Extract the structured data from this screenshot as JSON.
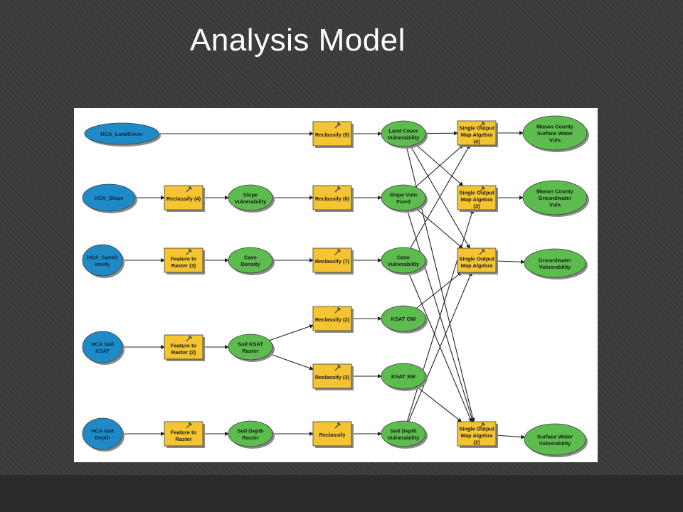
{
  "slide": {
    "title": "Analysis Model"
  },
  "colors": {
    "input": "#1e8bc8",
    "tool": "#f5c431",
    "output": "#5cbc4e",
    "connector": "#222222"
  },
  "icons": {
    "tool": "hammer-icon"
  },
  "model": {
    "nodes": [
      {
        "id": "in_land",
        "type": "input",
        "lines": [
          "HCA_LandCover"
        ]
      },
      {
        "id": "rc5",
        "type": "tool",
        "lines": [
          "Reclassify (5)"
        ]
      },
      {
        "id": "o_land",
        "type": "output",
        "lines": [
          "Land Cover",
          "Vulnerability"
        ]
      },
      {
        "id": "sma4",
        "type": "tool",
        "lines": [
          "Single Output",
          "Map Algebra",
          "(4)"
        ]
      },
      {
        "id": "o_msw",
        "type": "output",
        "lines": [
          "Mason County",
          "Surface Water",
          "Vuln"
        ]
      },
      {
        "id": "in_slope",
        "type": "input",
        "lines": [
          "HCA_Slope"
        ]
      },
      {
        "id": "rc4",
        "type": "tool",
        "lines": [
          "Reclassify (4)"
        ]
      },
      {
        "id": "o_slope",
        "type": "output",
        "lines": [
          "Slope",
          "Vulnerability"
        ]
      },
      {
        "id": "rc6",
        "type": "tool",
        "lines": [
          "Reclassify (6)"
        ]
      },
      {
        "id": "o_slopefix",
        "type": "output",
        "lines": [
          "Slope Vuln",
          "Fixed"
        ]
      },
      {
        "id": "sma3",
        "type": "tool",
        "lines": [
          "Single Output",
          "Map Algebra",
          "(3)"
        ]
      },
      {
        "id": "o_mgw",
        "type": "output",
        "lines": [
          "Mason County",
          "Groundwater",
          "Vuln"
        ]
      },
      {
        "id": "in_cave",
        "type": "input",
        "lines": [
          "HCA_CaveD",
          "ensity"
        ]
      },
      {
        "id": "ftr3",
        "type": "tool",
        "lines": [
          "Feature to",
          "Raster (3)"
        ]
      },
      {
        "id": "o_cave",
        "type": "output",
        "lines": [
          "Cave",
          "Density"
        ]
      },
      {
        "id": "rc7",
        "type": "tool",
        "lines": [
          "Reclassify (7)"
        ]
      },
      {
        "id": "o_cavevuln",
        "type": "output",
        "lines": [
          "Cave",
          "Vulnerability"
        ]
      },
      {
        "id": "sma",
        "type": "tool",
        "lines": [
          "Single Output",
          "Map Algebra"
        ]
      },
      {
        "id": "o_gw",
        "type": "output",
        "lines": [
          "Groundwater",
          "Vulnerability"
        ]
      },
      {
        "id": "rc2",
        "type": "tool",
        "lines": [
          "Reclassify (2)"
        ]
      },
      {
        "id": "o_ksatgw",
        "type": "output",
        "lines": [
          "KSAT GW"
        ]
      },
      {
        "id": "in_ksat",
        "type": "input",
        "lines": [
          "HCA Soil",
          "KSAT"
        ]
      },
      {
        "id": "ftr2",
        "type": "tool",
        "lines": [
          "Feature to",
          "Raster (2)"
        ]
      },
      {
        "id": "o_ksat",
        "type": "output",
        "lines": [
          "Soil KSAT",
          "Raster"
        ]
      },
      {
        "id": "rc3",
        "type": "tool",
        "lines": [
          "Reclassify (3)"
        ]
      },
      {
        "id": "o_ksatsw",
        "type": "output",
        "lines": [
          "KSAT SW"
        ]
      },
      {
        "id": "in_depth",
        "type": "input",
        "lines": [
          "HCA Soil",
          "Depth"
        ]
      },
      {
        "id": "ftr",
        "type": "tool",
        "lines": [
          "Feature to",
          "Raster"
        ]
      },
      {
        "id": "o_depth",
        "type": "output",
        "lines": [
          "Soil Depth",
          "Raster"
        ]
      },
      {
        "id": "rc",
        "type": "tool",
        "lines": [
          "Reclassify"
        ]
      },
      {
        "id": "o_depthvuln",
        "type": "output",
        "lines": [
          "Soil Depth",
          "Vulnerability"
        ]
      },
      {
        "id": "sma2",
        "type": "tool",
        "lines": [
          "Single Output",
          "Map Algebra",
          "(2)"
        ]
      },
      {
        "id": "o_sw",
        "type": "output",
        "lines": [
          "Surface Water",
          "Vulnerability"
        ]
      }
    ],
    "edges": [
      [
        "in_land",
        "rc5"
      ],
      [
        "rc5",
        "o_land"
      ],
      [
        "o_land",
        "sma4"
      ],
      [
        "sma4",
        "o_msw"
      ],
      [
        "in_slope",
        "rc4"
      ],
      [
        "rc4",
        "o_slope"
      ],
      [
        "o_slope",
        "rc6"
      ],
      [
        "rc6",
        "o_slopefix"
      ],
      [
        "sma3",
        "o_mgw"
      ],
      [
        "in_cave",
        "ftr3"
      ],
      [
        "ftr3",
        "o_cave"
      ],
      [
        "o_cave",
        "rc7"
      ],
      [
        "rc7",
        "o_cavevuln"
      ],
      [
        "sma",
        "o_gw"
      ],
      [
        "in_ksat",
        "ftr2"
      ],
      [
        "ftr2",
        "o_ksat"
      ],
      [
        "o_ksat",
        "rc2"
      ],
      [
        "o_ksat",
        "rc3"
      ],
      [
        "rc2",
        "o_ksatgw"
      ],
      [
        "rc3",
        "o_ksatsw"
      ],
      [
        "in_depth",
        "ftr"
      ],
      [
        "ftr",
        "o_depth"
      ],
      [
        "o_depth",
        "rc"
      ],
      [
        "rc",
        "o_depthvuln"
      ],
      [
        "sma2",
        "o_sw"
      ],
      [
        "o_land",
        "sma3"
      ],
      [
        "o_land",
        "sma"
      ],
      [
        "o_land",
        "sma2"
      ],
      [
        "o_slopefix",
        "sma4"
      ],
      [
        "o_slopefix",
        "sma"
      ],
      [
        "o_slopefix",
        "sma2"
      ],
      [
        "o_cavevuln",
        "sma4"
      ],
      [
        "o_cavevuln",
        "sma2"
      ],
      [
        "o_ksatgw",
        "sma"
      ],
      [
        "o_ksatsw",
        "sma2"
      ],
      [
        "o_depthvuln",
        "sma3"
      ],
      [
        "o_depthvuln",
        "sma"
      ]
    ]
  }
}
